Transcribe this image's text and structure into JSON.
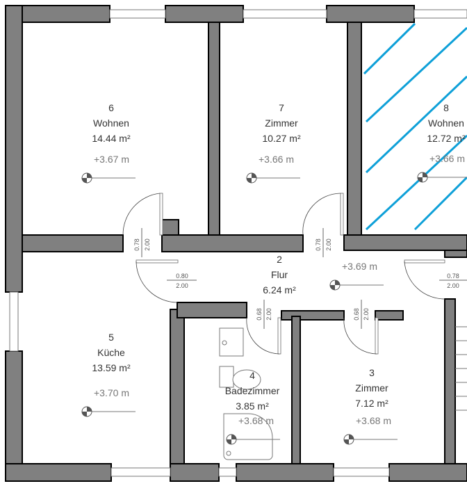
{
  "rooms": [
    {
      "number": "6",
      "name": "Wohnen",
      "area": "14.44 m²",
      "level": "+3.67 m"
    },
    {
      "number": "7",
      "name": "Zimmer",
      "area": "10.27 m²",
      "level": "+3.66 m"
    },
    {
      "number": "8",
      "name": "Wohnen",
      "area": "12.72 m²",
      "level": "+3.66 m"
    },
    {
      "number": "2",
      "name": "Flur",
      "area": "6.24 m²",
      "level": "+3.69 m"
    },
    {
      "number": "5",
      "name": "Küche",
      "area": "13.59 m²",
      "level": "+3.70 m"
    },
    {
      "number": "4",
      "name": "Badezimmer",
      "area": "3.85 m²",
      "level": "+3.68 m"
    },
    {
      "number": "3",
      "name": "Zimmer",
      "area": "7.12 m²",
      "level": "+3.68 m"
    }
  ],
  "doors": [
    {
      "width": "0.78",
      "height": "2.00"
    },
    {
      "width": "0.78",
      "height": "2.00"
    },
    {
      "width": "0.80",
      "height": "2.00"
    },
    {
      "width": "0.78",
      "height": "2.00"
    },
    {
      "width": "0.68",
      "height": "2.00"
    },
    {
      "width": "0.68",
      "height": "2.00"
    }
  ],
  "colors": {
    "wall": "#808080",
    "hatch": "#0ea0d8"
  }
}
